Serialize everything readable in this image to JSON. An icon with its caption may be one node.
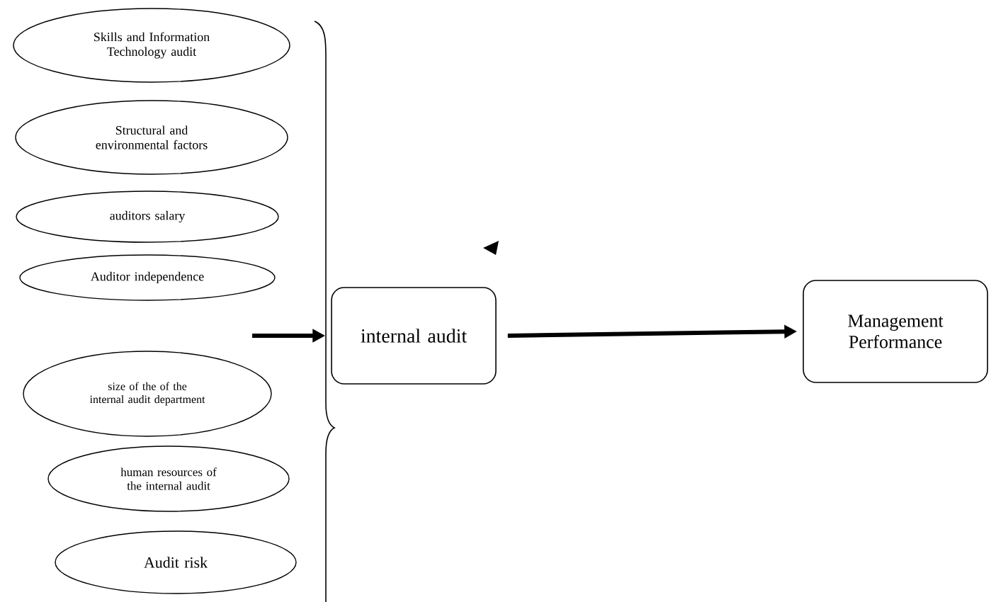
{
  "diagram": {
    "nodes": [
      {
        "text": [
          "Skills and Information Technology audit"
        ]
      },
      {
        "text": [
          "Structural and environmental factors"
        ]
      },
      {
        "text": [
          "auditors salary"
        ]
      },
      {
        "text": [
          "Auditor independence"
        ]
      },
      {
        "text": [
          "size of the of the internal audit department"
        ]
      },
      {
        "text": [
          "human resources of the internal audit"
        ]
      },
      {
        "text": [
          "Audit risk"
        ]
      },
      {
        "text": [
          "internal audit"
        ]
      },
      {
        "text": [
          "Management Performance"
        ]
      }
    ],
    "edges": [
      {
        "from": null,
        "to": 7,
        "arrow": "to"
      },
      {
        "from": 7,
        "to": 8,
        "arrow": "to"
      }
    ]
  }
}
